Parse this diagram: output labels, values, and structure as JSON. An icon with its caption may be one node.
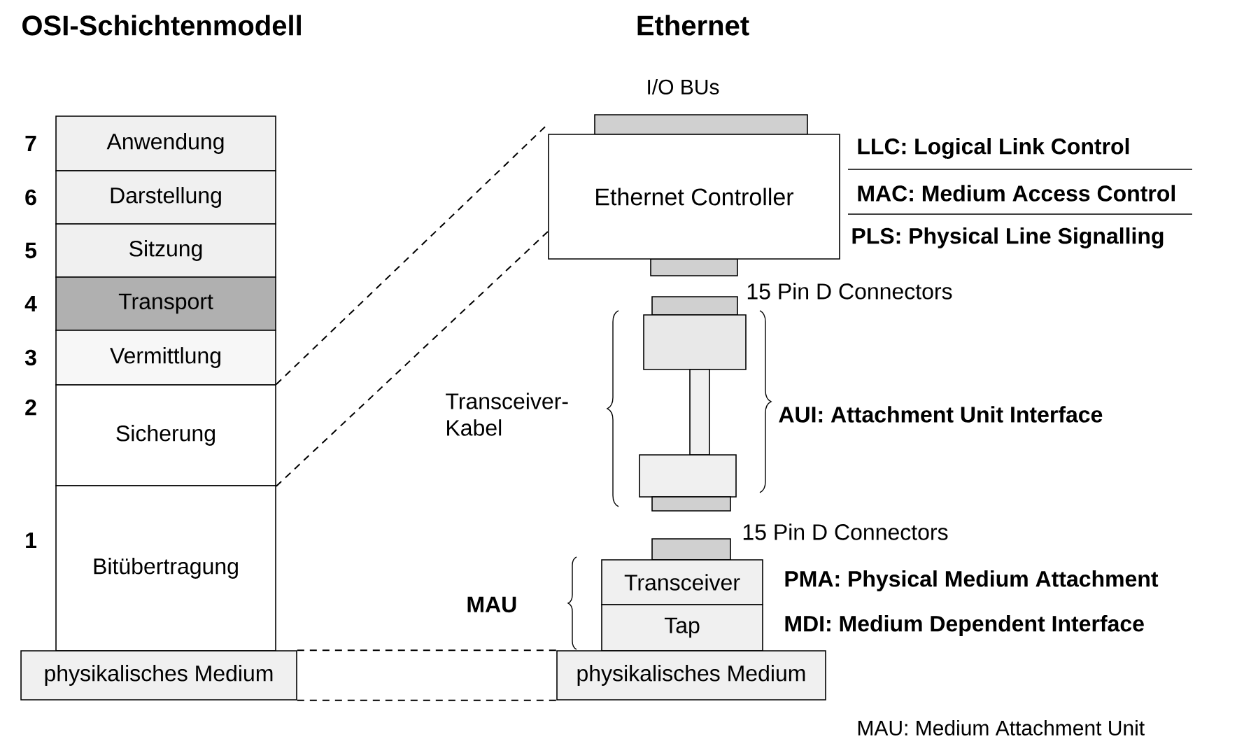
{
  "diagram": {
    "title": "OSI-Schichtenmodell",
    "nodes": [
      {
        "text": [
          "Anwendung"
        ],
        "beside": [
          "7"
        ]
      },
      {
        "text": [
          "Darstellung"
        ],
        "beside": [
          "6"
        ]
      },
      {
        "text": [
          "Sitzung"
        ],
        "beside": [
          "5"
        ]
      },
      {
        "text": [
          "Transport"
        ],
        "beside": [
          "4"
        ]
      },
      {
        "text": [
          "Vermittlung"
        ],
        "beside": [
          "3"
        ]
      },
      {
        "text": [
          "Sicherung"
        ],
        "beside": [
          "2"
        ]
      },
      {
        "text": [
          "Bitübertragung"
        ],
        "beside": [
          "1"
        ]
      },
      {
        "text": [
          "physikalisches Medium"
        ]
      },
      {
        "text": [
          "Ethernet Controller"
        ]
      },
      {
        "text": [
          "Transceiver"
        ]
      },
      {
        "text": [
          "Tap"
        ]
      },
      {
        "text": [
          "physikalisches Medium"
        ]
      }
    ],
    "edges": [
      {
        "from": 5,
        "to": 8,
        "arrow": "none",
        "style": "dashed"
      },
      {
        "from": 5,
        "to": 8,
        "arrow": "none",
        "style": "dashed"
      },
      {
        "from": 7,
        "to": 11,
        "arrow": "none",
        "style": "dashed"
      },
      {
        "from": 7,
        "to": 11,
        "arrow": "none",
        "style": "dashed"
      }
    ],
    "labels": [
      "Ethernet",
      "I/O BUs",
      "LLC: Logical Link Control",
      "MAC: Medium Access Control",
      "PLS: Physical Line Signalling",
      "15 Pin D Connectors",
      "Transceiver- Kabel",
      "AUI: Attachment Unit Interface",
      "15 Pin D Connectors",
      "MAU",
      "PMA: Physical Medium Attachment",
      "MDI: Medium Dependent Interface",
      "MAU: Medium Attachment Unit"
    ]
  }
}
